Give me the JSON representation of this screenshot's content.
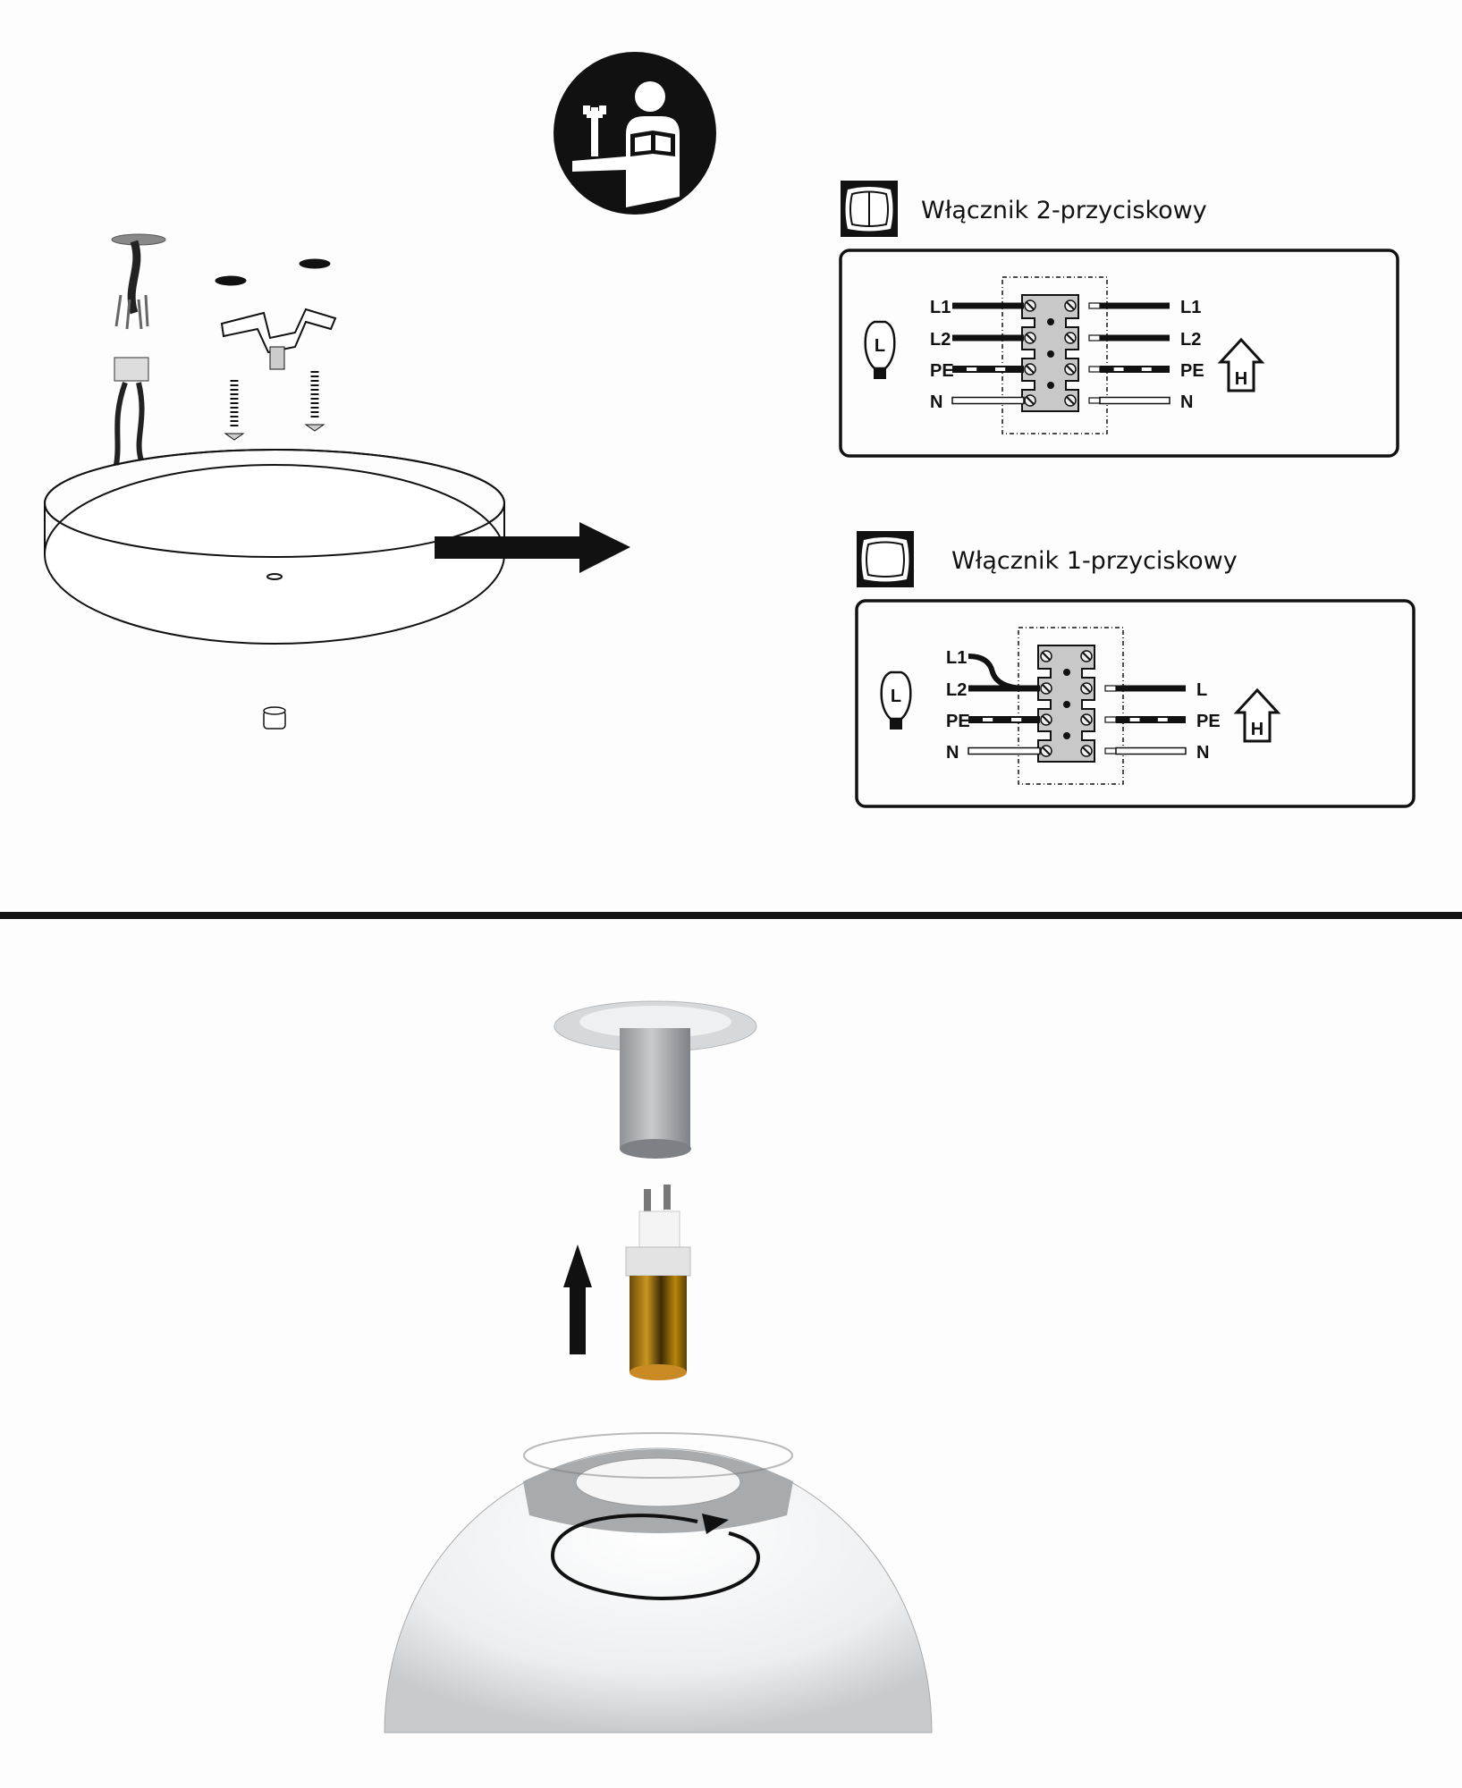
{
  "diagrams": [
    {
      "title": "Włącznik 2-przyciskowy",
      "switch_type": "double",
      "bulb_label": "L",
      "house_label": "H",
      "rows": [
        {
          "left": "L1",
          "right": "L1",
          "wire": "black"
        },
        {
          "left": "L2",
          "right": "L2",
          "wire": "black"
        },
        {
          "left": "PE",
          "right": "PE",
          "wire": "dashed"
        },
        {
          "left": "N",
          "right": "N",
          "wire": "white"
        }
      ]
    },
    {
      "title": "Włącznik 1-przyciskowy",
      "switch_type": "single",
      "bulb_label": "L",
      "house_label": "H",
      "rows": [
        {
          "left": "L1",
          "right": null,
          "wire": "black"
        },
        {
          "left": "L2",
          "right": "L",
          "wire": "black"
        },
        {
          "left": "PE",
          "right": "PE",
          "wire": "dashed"
        },
        {
          "left": "N",
          "right": "N",
          "wire": "white"
        }
      ]
    }
  ],
  "colors": {
    "ink": "#111111",
    "terminal": "#c8c8c8",
    "brass": "#b8860b",
    "metal": "#a9abae"
  }
}
